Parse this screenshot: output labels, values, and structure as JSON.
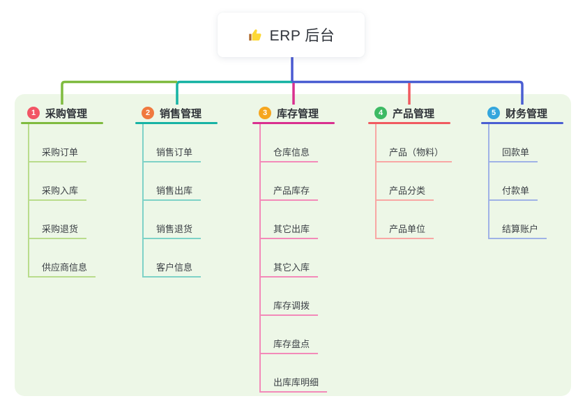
{
  "root": {
    "icon": "thumbs-up-icon",
    "title": "ERP 后台",
    "line_color": "#4a5ad2"
  },
  "colors": {
    "panel_background": "#edf7e7",
    "node_background": "#ffffff"
  },
  "branches": [
    {
      "index": "1",
      "title": "采购管理",
      "badge_color": "#f25565",
      "line_color": "#7fbb3f",
      "child_line_color": "#b9dc8c",
      "children": [
        "采购订单",
        "采购入库",
        "采购退货",
        "供应商信息"
      ]
    },
    {
      "index": "2",
      "title": "销售管理",
      "badge_color": "#f0793f",
      "line_color": "#17b3a4",
      "child_line_color": "#7ed2c7",
      "children": [
        "销售订单",
        "销售出库",
        "销售退货",
        "客户信息"
      ]
    },
    {
      "index": "3",
      "title": "库存管理",
      "badge_color": "#f6a61e",
      "line_color": "#d9308f",
      "child_line_color": "#f38ab9",
      "children": [
        "仓库信息",
        "产品库存",
        "其它出库",
        "其它入库",
        "库存调拨",
        "库存盘点",
        "出库库明细"
      ]
    },
    {
      "index": "4",
      "title": "产品管理",
      "badge_color": "#3dba64",
      "line_color": "#f05a60",
      "child_line_color": "#f8a7a4",
      "children": [
        "产品（物料）",
        "产品分类",
        "产品单位"
      ]
    },
    {
      "index": "5",
      "title": "财务管理",
      "badge_color": "#34a6dd",
      "line_color": "#4a5ed2",
      "child_line_color": "#9fb2e6",
      "children": [
        "回款单",
        "付款单",
        "结算账户"
      ]
    }
  ]
}
